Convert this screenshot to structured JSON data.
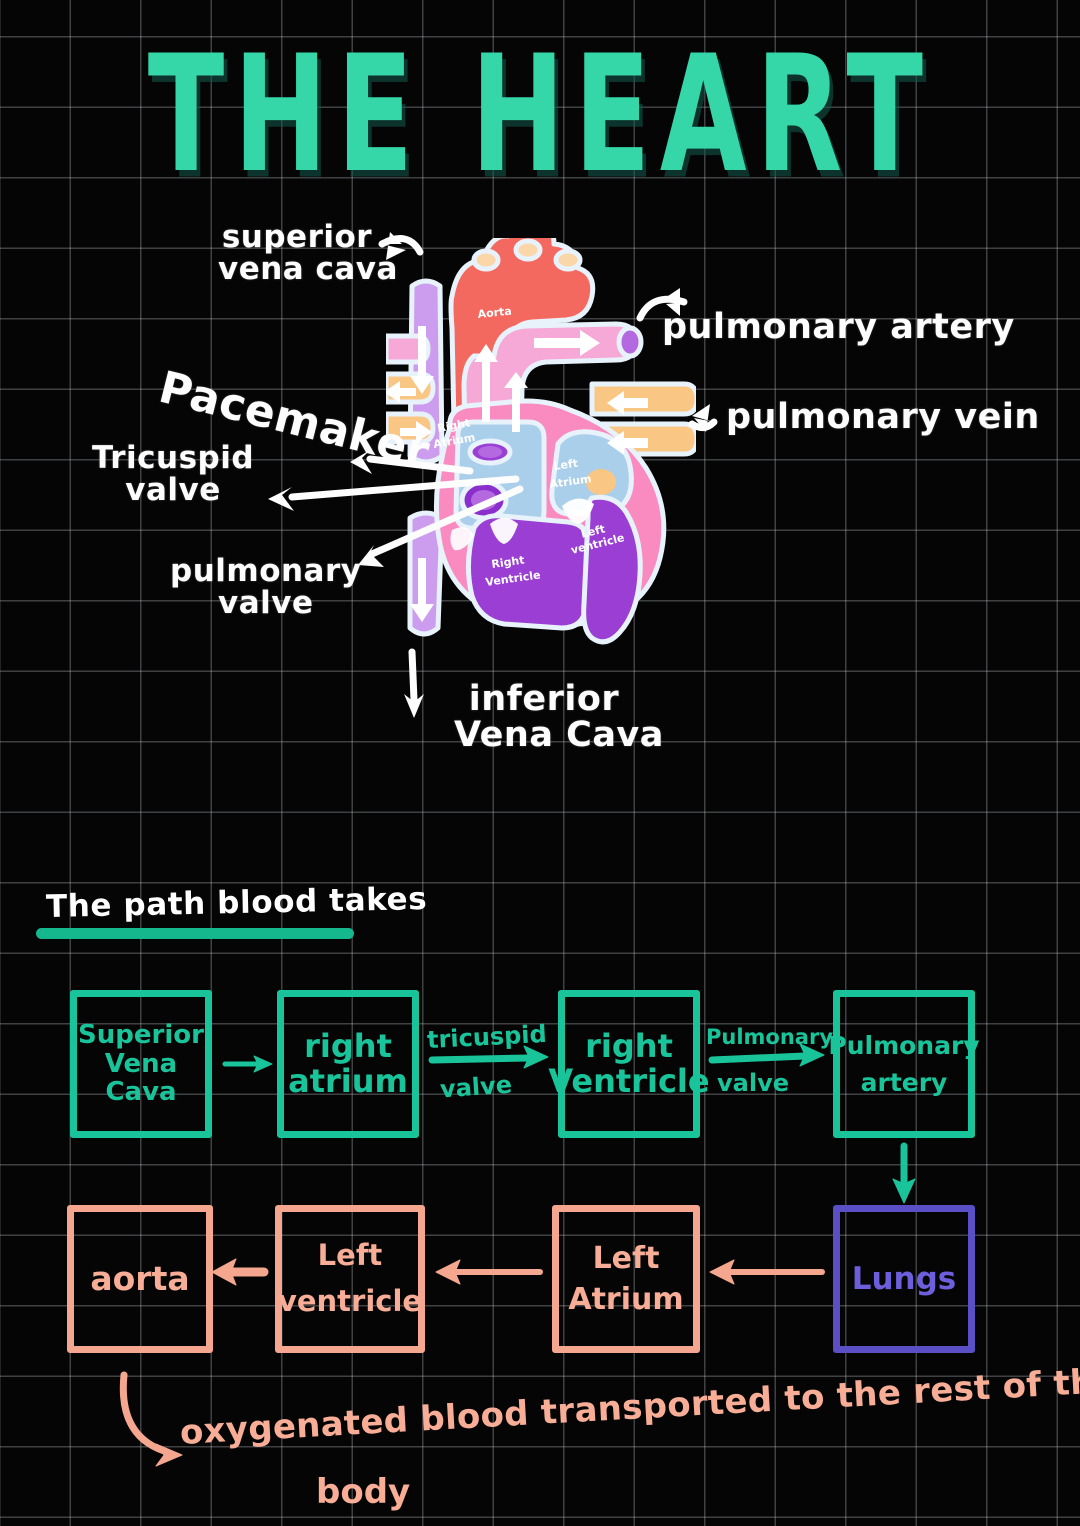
{
  "page": {
    "title": "THE HEART",
    "background_color": "#050505",
    "grid_color": "#C8CDD4",
    "accent_teal": "#19C49A",
    "accent_salmon": "#F7AD96",
    "accent_indigo": "#5A4FC4",
    "label_white": "#FDFDFD"
  },
  "diagram": {
    "name": "heart-anatomy-diagram",
    "external_labels": [
      {
        "id": "superior-vena-cava",
        "line1": "superior",
        "line2": "vena cava"
      },
      {
        "id": "pacemaker",
        "line1": "Pacemaker"
      },
      {
        "id": "tricuspid-valve",
        "line1": "Tricuspid",
        "line2": "valve"
      },
      {
        "id": "pulmonary-valve",
        "line1": "pulmonary",
        "line2": "valve"
      },
      {
        "id": "pulmonary-artery",
        "line1": "pulmonary artery"
      },
      {
        "id": "pulmonary-vein",
        "line1": "pulmonary  vein"
      },
      {
        "id": "inferior-vena-cava",
        "line1": "inferior",
        "line2": "Vena Cava"
      }
    ],
    "internal_labels": [
      {
        "id": "aorta",
        "text": "Aorta"
      },
      {
        "id": "right-atrium",
        "line1": "Right",
        "line2": "Atrium"
      },
      {
        "id": "left-atrium",
        "line1": "Left",
        "line2": "Atrium"
      },
      {
        "id": "right-ventricle",
        "line1": "Right",
        "line2": "Ventricle"
      },
      {
        "id": "left-ventricle",
        "line1": "Left",
        "line2": "ventricle"
      }
    ],
    "colors": {
      "aorta": "#F4695F",
      "pulmonary_artery": "#F6A8D6",
      "vena_cava": "#CC9DEE",
      "pulmonary_vein": "#FAC684",
      "atrium_blue": "#A9CFEA",
      "ventricle_purple": "#9B3FD4",
      "heart_muscle_pink": "#F98BC0",
      "outline": "#E8F2FB"
    }
  },
  "section": {
    "heading": "The path blood takes",
    "underline_color": "#14B88C"
  },
  "chart_data": {
    "type": "diagram",
    "title": "The path blood takes",
    "nodes": [
      {
        "id": "superior-vena-cava",
        "lines": [
          "Superior",
          "Vena",
          "Cava"
        ],
        "color": "#19C49A",
        "row": 1,
        "order": 1
      },
      {
        "id": "right-atrium",
        "lines": [
          "right",
          "atrium"
        ],
        "color": "#19C49A",
        "row": 1,
        "order": 2
      },
      {
        "id": "right-ventricle",
        "lines": [
          "right",
          "Ventricle"
        ],
        "color": "#19C49A",
        "row": 1,
        "order": 3
      },
      {
        "id": "pulmonary-artery",
        "lines": [
          "Pulmonary",
          "artery"
        ],
        "color": "#19C49A",
        "row": 1,
        "order": 4
      },
      {
        "id": "lungs",
        "lines": [
          "Lungs"
        ],
        "color": "#5A4FC4",
        "row": 2,
        "order": 1
      },
      {
        "id": "left-atrium",
        "lines": [
          "Left",
          "Atrium"
        ],
        "color": "#F7AD96",
        "row": 2,
        "order": 2
      },
      {
        "id": "left-ventricle",
        "lines": [
          "Left",
          "ventricle"
        ],
        "color": "#F7AD96",
        "row": 2,
        "order": 3
      },
      {
        "id": "aorta",
        "lines": [
          "aorta"
        ],
        "color": "#F7AD96",
        "row": 2,
        "order": 4
      }
    ],
    "edges": [
      {
        "from": "superior-vena-cava",
        "to": "right-atrium",
        "label": "",
        "color": "#19C49A"
      },
      {
        "from": "right-atrium",
        "to": "right-ventricle",
        "label_top": "tricuspid",
        "label_bottom": "valve",
        "color": "#19C49A"
      },
      {
        "from": "right-ventricle",
        "to": "pulmonary-artery",
        "label_top": "Pulmonary",
        "label_bottom": "valve",
        "color": "#19C49A"
      },
      {
        "from": "pulmonary-artery",
        "to": "lungs",
        "label": "",
        "color": "#19C49A"
      },
      {
        "from": "lungs",
        "to": "left-atrium",
        "label": "",
        "color": "#F7AD96"
      },
      {
        "from": "left-atrium",
        "to": "left-ventricle",
        "label": "",
        "color": "#F7AD96"
      },
      {
        "from": "left-ventricle",
        "to": "aorta",
        "label": "",
        "color": "#F7AD96"
      }
    ]
  },
  "flow": {
    "row1": {
      "box1": {
        "l1": "Superior",
        "l2": "Vena",
        "l3": "Cava"
      },
      "box2": {
        "l1": "right",
        "l2": "atrium"
      },
      "box3": {
        "l1": "right",
        "l2": "Ventricle"
      },
      "box4": {
        "l1": "Pulmonary",
        "l2": "artery"
      },
      "edge1_label_top": "tricuspid",
      "edge1_label_bottom": "valve",
      "edge2_label_top": "Pulmonary",
      "edge2_label_bottom": "valve"
    },
    "row2": {
      "box1": {
        "l1": "aorta"
      },
      "box2": {
        "l1": "Left",
        "l2": "ventricle"
      },
      "box3": {
        "l1": "Left",
        "l2": "Atrium"
      },
      "box4": {
        "l1": "Lungs"
      }
    }
  },
  "footer": {
    "line1": "oxygenated blood transported to the rest of the",
    "line2": "body"
  }
}
